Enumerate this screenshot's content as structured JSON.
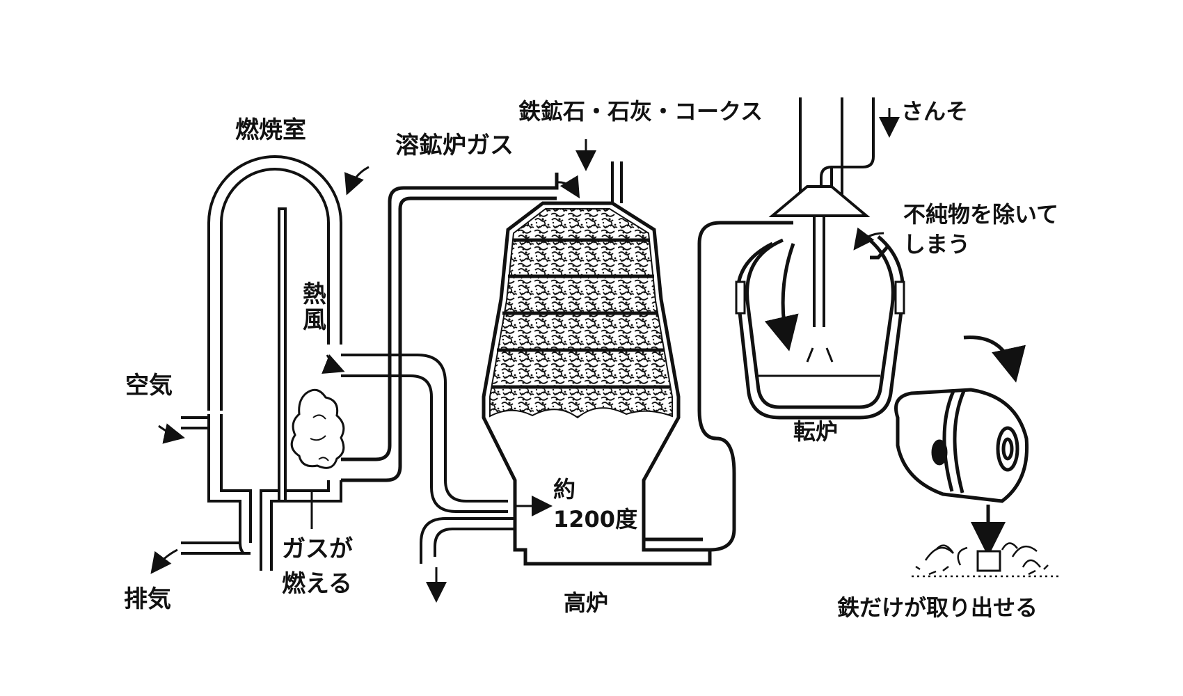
{
  "labels": {
    "combustion_chamber": "燃焼室",
    "blast_furnace_gas": "溶鉱炉ガス",
    "raw_materials": "鉄鉱石・石灰・コークス",
    "oxygen": "さんそ",
    "hot_air": "熱風",
    "air": "空気",
    "exhaust": "排気",
    "gas_burns_1": "ガスが",
    "gas_burns_2": "燃える",
    "approx": "約",
    "temperature": "1200度",
    "blast_furnace": "高炉",
    "converter": "転炉",
    "remove_impurities_1": "不純物を除いて",
    "remove_impurities_2": "しまう",
    "iron_output": "鉄だけが取り出せる"
  },
  "colors": {
    "line": "#111111",
    "background": "#ffffff",
    "texture": "#111111"
  }
}
